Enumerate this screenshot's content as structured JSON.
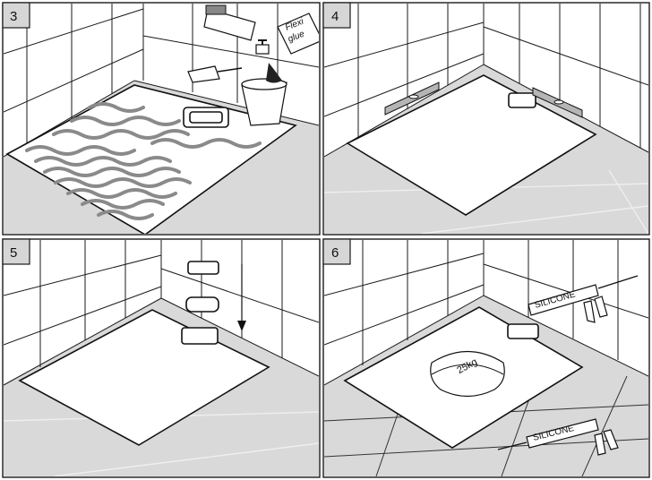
{
  "panels": [
    {
      "step": "3"
    },
    {
      "step": "4"
    },
    {
      "step": "5"
    },
    {
      "step": "6"
    }
  ],
  "labels": {
    "glue_bag": "Flexi glue",
    "glue_line1": "Flexi",
    "glue_line2": "glue",
    "weight": "25kg",
    "silicone_upper": "SILICONE",
    "silicone_lower": "SILICONE"
  },
  "colors": {
    "floor": "#d9d9d9",
    "number_box": "#d6d6d6",
    "adhesive_waves": "#8a8a8a"
  }
}
